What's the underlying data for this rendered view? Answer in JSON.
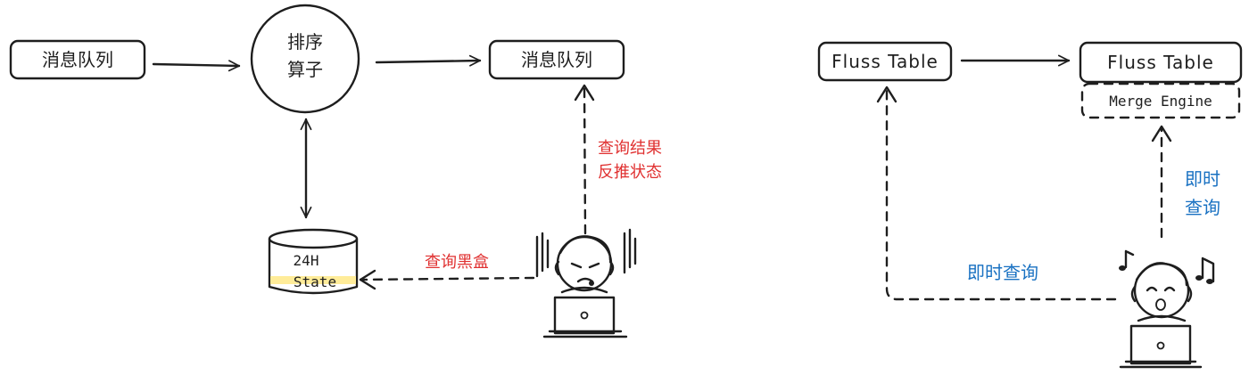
{
  "left": {
    "source_queue": "消息队列",
    "operator_line1": "排序",
    "operator_line2": "算子",
    "sink_queue": "消息队列",
    "state_line1": "24H",
    "state_line2": "State",
    "query_result_line1": "查询结果",
    "query_result_line2": "反推状态",
    "query_blackbox": "查询黑盒"
  },
  "right": {
    "fluss_table_1": "Fluss Table",
    "fluss_table_2": "Fluss Table",
    "merge_engine": "Merge Engine",
    "instant_query_line1": "即时",
    "instant_query_line2": "查询",
    "instant_query_bottom": "即时查询"
  },
  "colors": {
    "queue_fill": "#ffc9c9",
    "operator_fill": "#fff3bf",
    "state_fill": "#ffec99",
    "fluss_fill": "#b2f2bb",
    "red_text": "#e03131",
    "blue_text": "#1971c2",
    "stroke": "#1e1e1e"
  }
}
